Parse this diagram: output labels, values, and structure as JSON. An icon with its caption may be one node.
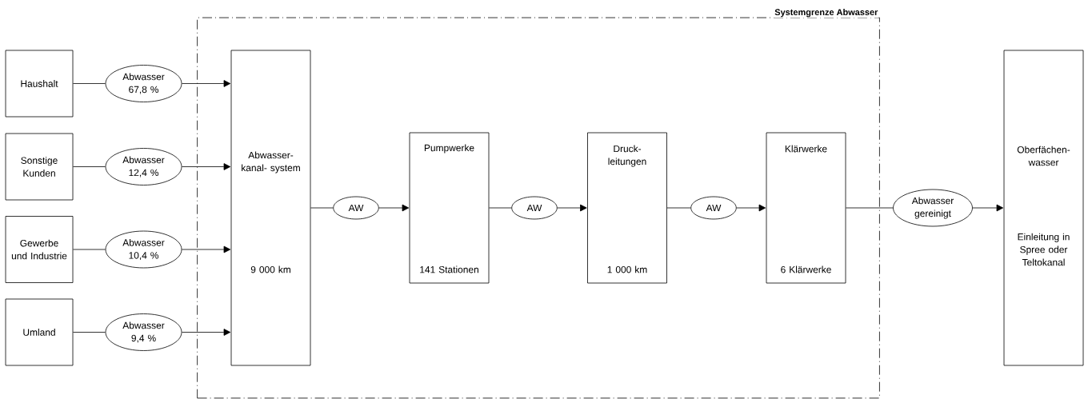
{
  "diagram": {
    "nodes": [
      {
        "text": [
          "Haushalt"
        ]
      },
      {
        "text": [
          "Sonstige Kunden"
        ]
      },
      {
        "text": [
          "Gewerbe und Industrie"
        ]
      },
      {
        "text": [
          "Umland"
        ]
      },
      {
        "text": [
          "Abwasser 67,8 %"
        ]
      },
      {
        "text": [
          "Abwasser 12,4 %"
        ]
      },
      {
        "text": [
          "Abwasser 10,4 %"
        ]
      },
      {
        "text": [
          "Abwasser 9,4 %"
        ]
      },
      {
        "text": [
          "Systemgrenze Abwasser"
        ]
      },
      {
        "text": [
          "Abwasser- kanal- system",
          "9 000 km"
        ],
        "in": 8
      },
      {
        "text": [
          "AW"
        ],
        "in": 8
      },
      {
        "text": [
          "Pumpwerke",
          "141 Stationen"
        ],
        "in": 8
      },
      {
        "text": [
          "AW"
        ],
        "in": 8
      },
      {
        "text": [
          "Druck- leitungen",
          "1 000 km"
        ],
        "in": 8
      },
      {
        "text": [
          "AW"
        ],
        "in": 8
      },
      {
        "text": [
          "Klärwerke",
          "6 Klärwerke"
        ],
        "in": 8
      },
      {
        "text": [
          "Abwasser gereinigt"
        ]
      },
      {
        "text": [
          "Oberfächen- wasser",
          "Einleitung in Spree oder Teltokanal"
        ]
      }
    ],
    "edges": [
      {
        "from": 0,
        "to": 4,
        "arrow": "none"
      },
      {
        "from": 4,
        "to": 9,
        "arrow": "to"
      },
      {
        "from": 1,
        "to": 5,
        "arrow": "none"
      },
      {
        "from": 5,
        "to": 9,
        "arrow": "to"
      },
      {
        "from": 2,
        "to": 6,
        "arrow": "none"
      },
      {
        "from": 6,
        "to": 9,
        "arrow": "to"
      },
      {
        "from": 3,
        "to": 7,
        "arrow": "none"
      },
      {
        "from": 7,
        "to": 9,
        "arrow": "to"
      },
      {
        "from": 9,
        "to": 10,
        "arrow": "none"
      },
      {
        "from": 10,
        "to": 11,
        "arrow": "to"
      },
      {
        "from": 11,
        "to": 12,
        "arrow": "none"
      },
      {
        "from": 12,
        "to": 13,
        "arrow": "to"
      },
      {
        "from": 13,
        "to": 14,
        "arrow": "none"
      },
      {
        "from": 14,
        "to": 15,
        "arrow": "to"
      },
      {
        "from": 15,
        "to": 16,
        "arrow": "none"
      },
      {
        "from": 16,
        "to": 17,
        "arrow": "to"
      }
    ]
  }
}
